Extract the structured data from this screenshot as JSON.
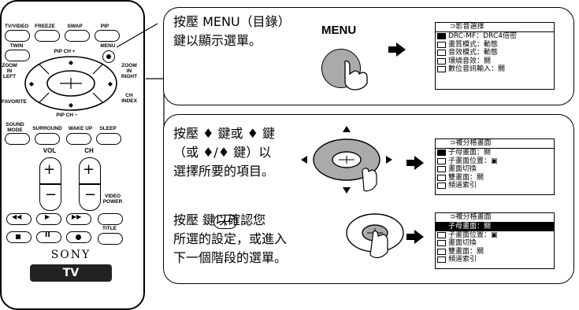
{
  "remote": {
    "top_buttons": [
      "TV/VIDEO",
      "FREEZE",
      "SWAP",
      "PIP"
    ],
    "twin": "TWIN",
    "menu": "MENU",
    "pip_ch_plus": "PIP CH  +",
    "pip_ch_minus": "PIP CH  −",
    "zoom_left": "ZOOM\nIN\nLEFT",
    "zoom_right": "ZOOM\nIN\nRIGHT",
    "favorite": "FAVORITE",
    "ch_index": "CH\nINDEX",
    "sound_mode": "SOUND\nMODE",
    "surround": "SURROUND",
    "wake_up": "WAKE UP",
    "sleep": "SLEEP",
    "vol": "VOL",
    "ch": "CH",
    "video_power": "VIDEO\nPOWER",
    "title": "TITLE",
    "brand": "SONY",
    "tv": "TV"
  },
  "step1": {
    "text_line1": "按壓 MENU（目錄）",
    "text_line2": "鍵以顯示選單。",
    "button_label": "MENU",
    "screen_title": "⊃影音選擇",
    "screen_rows": [
      "DRC-MF：DRC4倍密",
      "畫質模式：動態",
      "音效模式：動態",
      "環繞音效：關",
      "數位音訊輸入：關"
    ]
  },
  "step2": {
    "text_line1": "按壓 ♦ 鍵或 ♦ 鍵",
    "text_line2": "（或 ♦/♦ 鍵）以",
    "text_line3": "選擇所要的項目。",
    "screen_title": "⊃複分格畫面",
    "screen_rows": [
      "子母畫面：關",
      "子畫面位置：▣",
      "畫面切換",
      "雙畫面：關",
      "頻道索引"
    ]
  },
  "step3": {
    "text_line1": "按壓       鍵以確認您",
    "text_line2": "所選的設定，或進入",
    "text_line3": "下一個階段的選單。",
    "screen_title": "⊃複分格畫面",
    "screen_rows": [
      "子母畫面：關",
      "子畫面位置：▣",
      "畫面切換",
      "雙畫面：關",
      "頻道索引"
    ]
  }
}
